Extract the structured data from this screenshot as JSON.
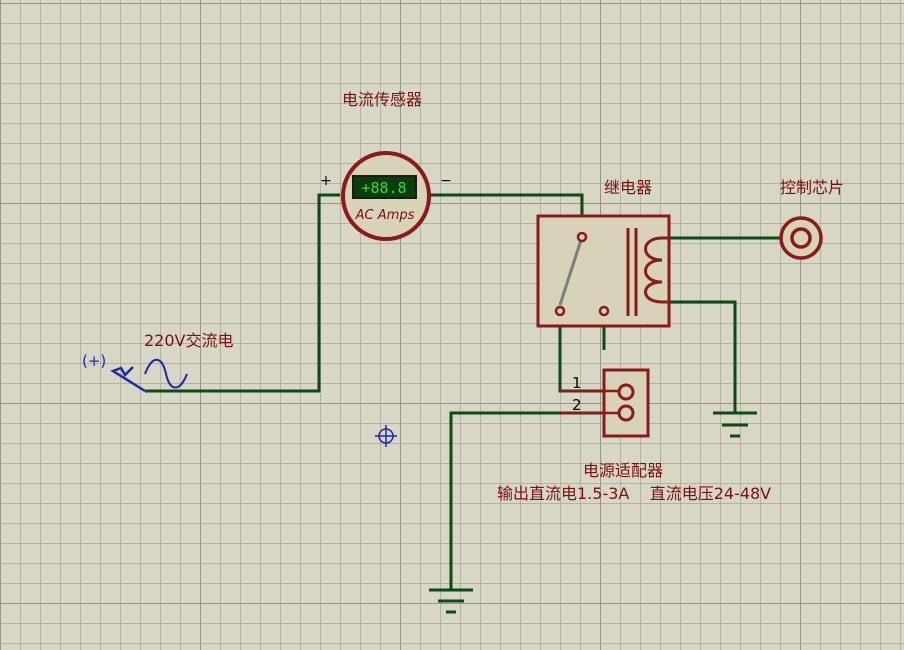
{
  "labels": {
    "current_sensor": "电流传感器",
    "relay": "继电器",
    "control_chip": "控制芯片",
    "ac_source": "220V交流电",
    "power_adapter": "电源适配器",
    "adapter_spec": "输出直流电1.5-3A    直流电压24-48V"
  },
  "ammeter": {
    "display": "+88.8",
    "unit": "AC Amps",
    "plus": "+",
    "minus": "−"
  },
  "source": {
    "polarity": "(+)"
  },
  "adapter_pins": [
    "1",
    "2"
  ],
  "colors": {
    "background": "#d8d7c6",
    "wire": "#0e4a12",
    "component_body": "#d7d2b8",
    "component_outline": "#8b1a1a",
    "label_text": "#7a1010",
    "meter_display": "#0b3e0b",
    "meter_digits": "#3cd23c",
    "source_symbol": "#1a2aa8"
  }
}
